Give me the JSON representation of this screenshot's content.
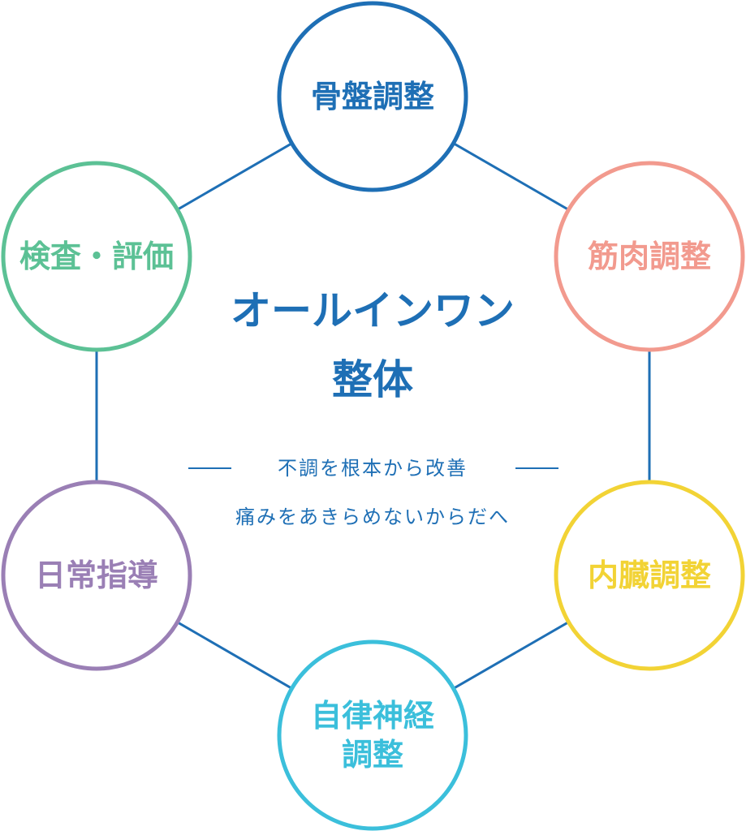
{
  "center": {
    "title_line1": "オールインワン",
    "title_line2": "整体",
    "subtitle": "不調を根本から改善",
    "tagline": "痛みをあきらめないからだへ",
    "color": "#1e6fb5"
  },
  "line_color": "#1e6fb5",
  "nodes": [
    {
      "id": "pelvis",
      "lines": [
        "骨盤調整"
      ],
      "color": "#1e6fb5"
    },
    {
      "id": "muscle",
      "lines": [
        "筋肉調整"
      ],
      "color": "#f29a8e"
    },
    {
      "id": "organ",
      "lines": [
        "内臓調整"
      ],
      "color": "#f2d335"
    },
    {
      "id": "autonomic",
      "lines": [
        "自律神経",
        "調整"
      ],
      "color": "#3bbfdb"
    },
    {
      "id": "daily",
      "lines": [
        "日常指導"
      ],
      "color": "#9a7fb5"
    },
    {
      "id": "exam",
      "lines": [
        "検査・評価"
      ],
      "color": "#5cc195"
    }
  ]
}
